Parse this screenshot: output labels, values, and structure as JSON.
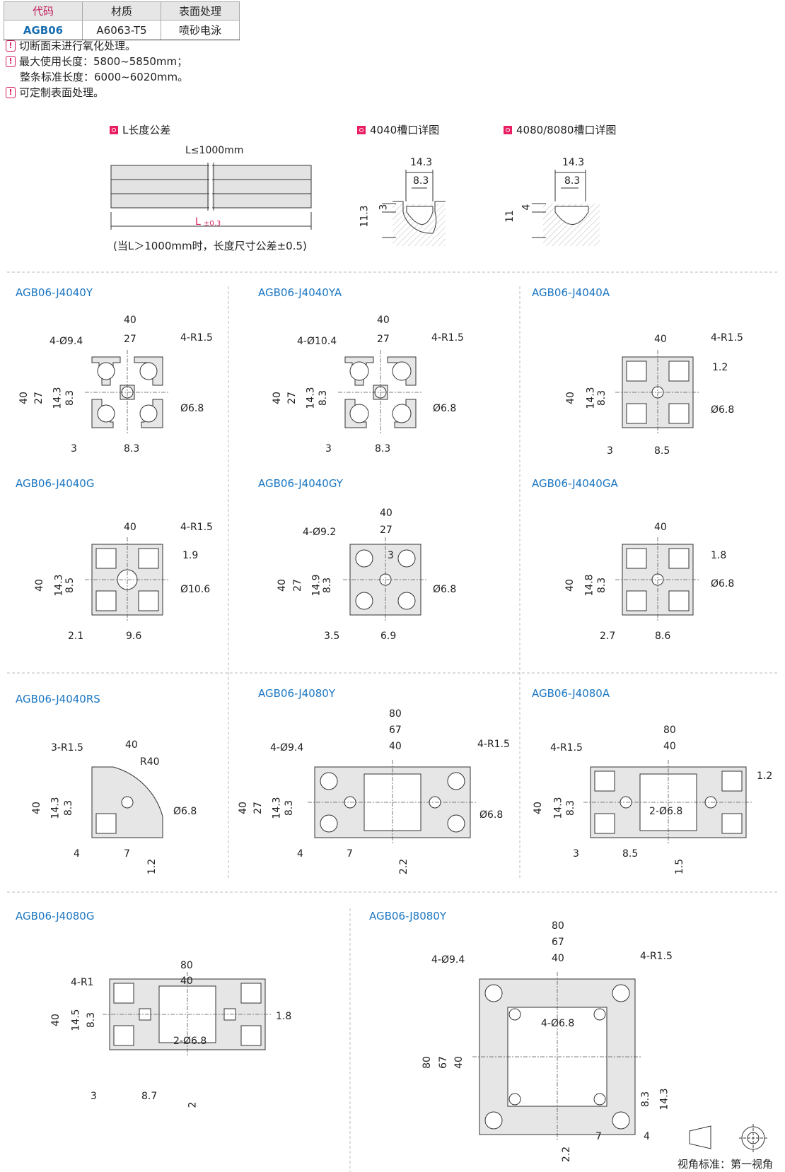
{
  "spec_table": {
    "headers": [
      "代码",
      "材质",
      "表面处理"
    ],
    "row": [
      "AGB06",
      "A6063-T5",
      "喷砂电泳"
    ]
  },
  "notes": [
    "切断面未进行氧化处理。",
    "最大使用长度：5800~5850mm；",
    "整条标准长度：6000~6020mm。",
    "可定制表面处理。"
  ],
  "sections": {
    "length": {
      "title": "L长度公差",
      "top": "L≤1000mm",
      "bottom": "L",
      "tol": "±0.3",
      "note": "(当L＞1000mm时，长度尺寸公差±0.5)"
    },
    "slot4040": {
      "title": "4040槽口详图",
      "w1": "14.3",
      "w2": "8.3",
      "d1": "3",
      "d2": "11.3"
    },
    "slot8080": {
      "title": "4080/8080槽口详图",
      "w1": "14.3",
      "w2": "8.3",
      "d1": "4",
      "d2": "11"
    }
  },
  "models": [
    {
      "name": "AGB06-J4040Y",
      "dims": [
        "40",
        "27",
        "4-Ø9.4",
        "4-R1.5",
        "40",
        "27",
        "14.3",
        "8.3",
        "Ø6.8",
        "3",
        "8.3"
      ]
    },
    {
      "name": "AGB06-J4040YA",
      "dims": [
        "40",
        "27",
        "4-Ø10.4",
        "4-R1.5",
        "40",
        "27",
        "14.3",
        "8.3",
        "Ø6.8",
        "3",
        "8.3"
      ]
    },
    {
      "name": "AGB06-J4040A",
      "dims": [
        "40",
        "4-R1.5",
        "1.2",
        "40",
        "14.3",
        "8.3",
        "Ø6.8",
        "3",
        "8.5"
      ]
    },
    {
      "name": "AGB06-J4040G",
      "dims": [
        "40",
        "4-R1.5",
        "1.9",
        "40",
        "14.3",
        "8.5",
        "Ø10.6",
        "2.1",
        "9.6"
      ]
    },
    {
      "name": "AGB06-J4040GY",
      "dims": [
        "40",
        "27",
        "4-Ø9.2",
        "3",
        "40",
        "27",
        "14.9",
        "8.3",
        "Ø6.8",
        "3.5",
        "6.9"
      ]
    },
    {
      "name": "AGB06-J4040GA",
      "dims": [
        "40",
        "1.8",
        "40",
        "14.8",
        "8.3",
        "Ø6.8",
        "2.7",
        "8.6"
      ]
    },
    {
      "name": "AGB06-J4040RS",
      "dims": [
        "3-R1.5",
        "40",
        "R40",
        "40",
        "14.3",
        "8.3",
        "Ø6.8",
        "4",
        "7",
        "1.2"
      ]
    },
    {
      "name": "AGB06-J4080Y",
      "dims": [
        "80",
        "67",
        "40",
        "4-Ø9.4",
        "4-R1.5",
        "40",
        "27",
        "14.3",
        "8.3",
        "Ø6.8",
        "4",
        "7",
        "2.2"
      ]
    },
    {
      "name": "AGB06-J4080A",
      "dims": [
        "80",
        "40",
        "4-R1.5",
        "1.2",
        "40",
        "14.3",
        "8.3",
        "2-Ø6.8",
        "3",
        "8.5",
        "1.5"
      ]
    },
    {
      "name": "AGB06-J4080G",
      "dims": [
        "80",
        "40",
        "4-R1",
        "1.8",
        "40",
        "14.5",
        "8.3",
        "2-Ø6.8",
        "3",
        "8.7",
        "2"
      ]
    },
    {
      "name": "AGB06-J8080Y",
      "dims": [
        "80",
        "67",
        "40",
        "4-Ø9.4",
        "4-R1.5",
        "4-Ø6.8",
        "80",
        "67",
        "40",
        "8.3",
        "14.3",
        "2.2",
        "7",
        "4"
      ]
    }
  ],
  "view_standard": "视角标准：第一视角"
}
